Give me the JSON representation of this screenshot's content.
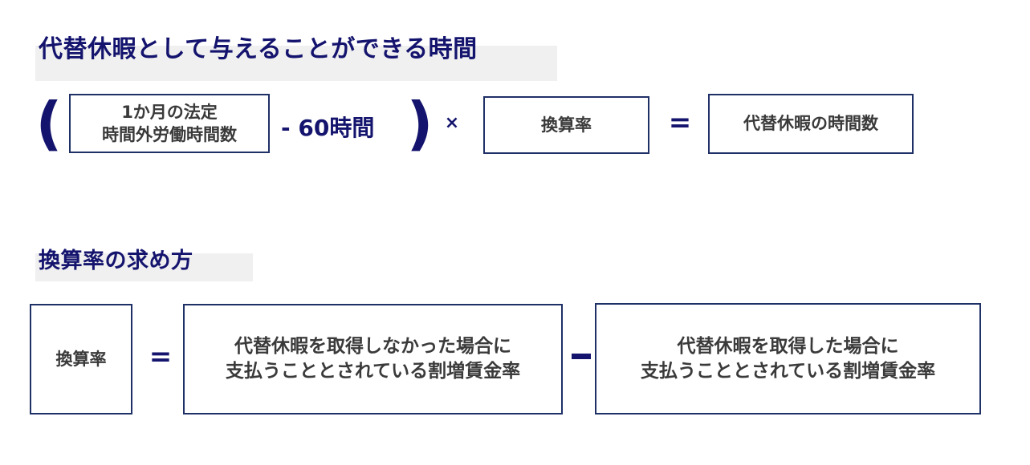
{
  "diagram": {
    "title_color": "#14146e",
    "band_color": "#f0f0f0",
    "box_border_color": "#1f3066",
    "box_text_color": "#3a3a3a",
    "sections": [
      {
        "heading": "代替休暇として与えることができる時間",
        "formula": {
          "open_paren": "(",
          "box_overtime_line1": "1か月の法定",
          "box_overtime_line2": "時間外労働時間数",
          "minus_hours": "- 60時間",
          "close_paren": ")",
          "times": "×",
          "box_rate": "換算率",
          "equals": "=",
          "box_result": "代替休暇の時間数"
        }
      },
      {
        "heading": "換算率の求め方",
        "formula": {
          "box_rate": "換算率",
          "equals": "=",
          "box_no_leave_line1": "代替休暇を取得しなかった場合に",
          "box_no_leave_line2": "支払うこととされている割増賃金率",
          "minus": "−",
          "box_with_leave_line1": "代替休暇を取得した場合に",
          "box_with_leave_line2": "支払うこととされている割増賃金率"
        }
      }
    ]
  }
}
